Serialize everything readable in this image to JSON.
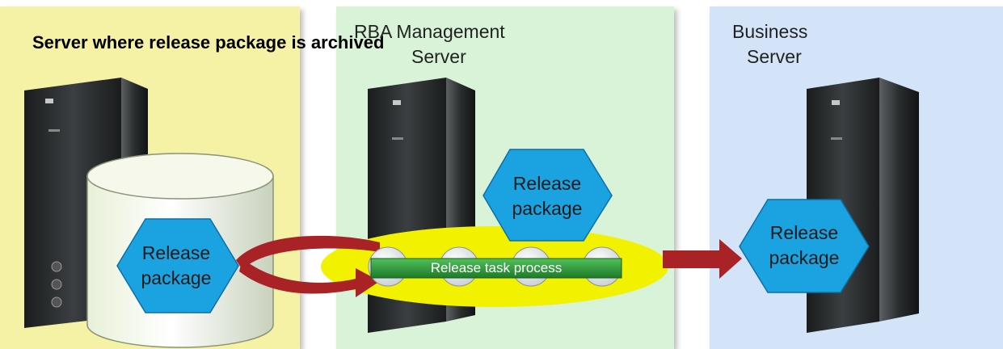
{
  "panels": {
    "archive": {
      "title": "Server where release package is archived",
      "color": "#f5f1a5"
    },
    "rba": {
      "title_line1": "RBA Management",
      "title_line2": "Server",
      "color": "#d8f3d8"
    },
    "business": {
      "title_line1": "Business",
      "title_line2": "Server",
      "color": "#d3e4f8"
    }
  },
  "packages": {
    "archive": {
      "line1": "Release",
      "line2": "package"
    },
    "rba": {
      "line1": "Release",
      "line2": "package"
    },
    "business": {
      "line1": "Release",
      "line2": "package"
    }
  },
  "process": {
    "label": "Release task process",
    "bar_color": "#2e9a38",
    "ellipse_color": "#f2f200"
  },
  "colors": {
    "package_hex": "#1aa3e0",
    "arrow": "#a82226",
    "server_body": "#2a2d2e"
  },
  "icons": [
    "server-tower-icon",
    "database-cylinder-icon",
    "hexagon-icon",
    "arrow-icon",
    "circle-step-icon"
  ]
}
